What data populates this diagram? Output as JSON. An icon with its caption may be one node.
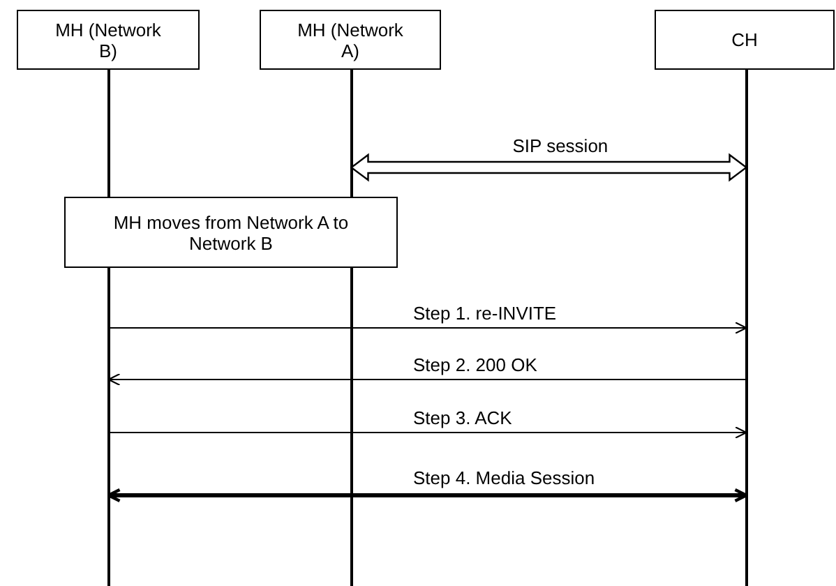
{
  "diagram": {
    "nodes": [
      {
        "text": [
          "MH (Network B)"
        ]
      },
      {
        "text": [
          "MH (Network A)"
        ]
      },
      {
        "text": [
          "CH"
        ]
      },
      {
        "text": [],
        "shape": "bar"
      },
      {
        "text": [],
        "shape": "bar"
      },
      {
        "text": [],
        "shape": "bar"
      },
      {
        "text": [
          "MH moves from Network A to Network B"
        ]
      }
    ],
    "edges": [
      {
        "from": 4,
        "to": 5,
        "arrow": "both",
        "label": "SIP session",
        "style": "thick"
      },
      {
        "from": 3,
        "to": 5,
        "arrow": "to",
        "label": "Step 1. re-INVITE"
      },
      {
        "from": 5,
        "to": 3,
        "arrow": "to",
        "label": "Step 2. 200 OK"
      },
      {
        "from": 3,
        "to": 5,
        "arrow": "to",
        "label": "Step 3. ACK"
      },
      {
        "from": 3,
        "to": 5,
        "arrow": "both",
        "label": "Step 4. Media Session",
        "style": "thick"
      }
    ]
  }
}
